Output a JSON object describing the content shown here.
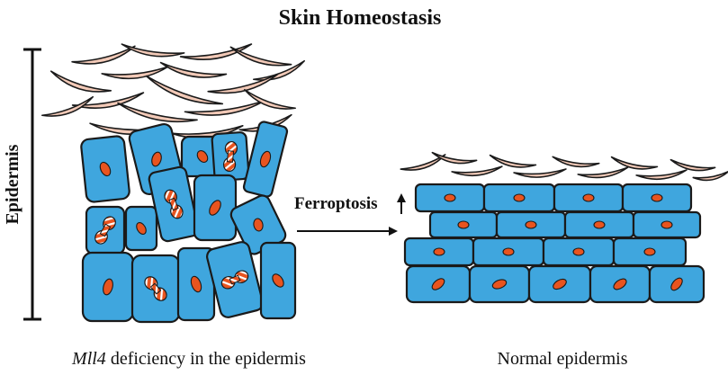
{
  "title": "Skin Homeostasis",
  "axis_label": "Epidermis",
  "arrow_label": "Ferroptosis",
  "arrow_label_symbol": "↑",
  "left_caption": {
    "italic": "Mll4",
    "rest": " deficiency in the epidermis"
  },
  "right_caption": "Normal epidermis",
  "colors": {
    "cell_fill": "#3fa6de",
    "nucleus": "#e8541f",
    "scale": "#f2c9b7",
    "outline": "#1a1a1a",
    "text": "#111111"
  },
  "icons": {
    "arrow": "right-arrow-icon",
    "up_arrow": "up-arrow-icon",
    "dividing_nucleus": "dividing-nucleus-icon"
  }
}
